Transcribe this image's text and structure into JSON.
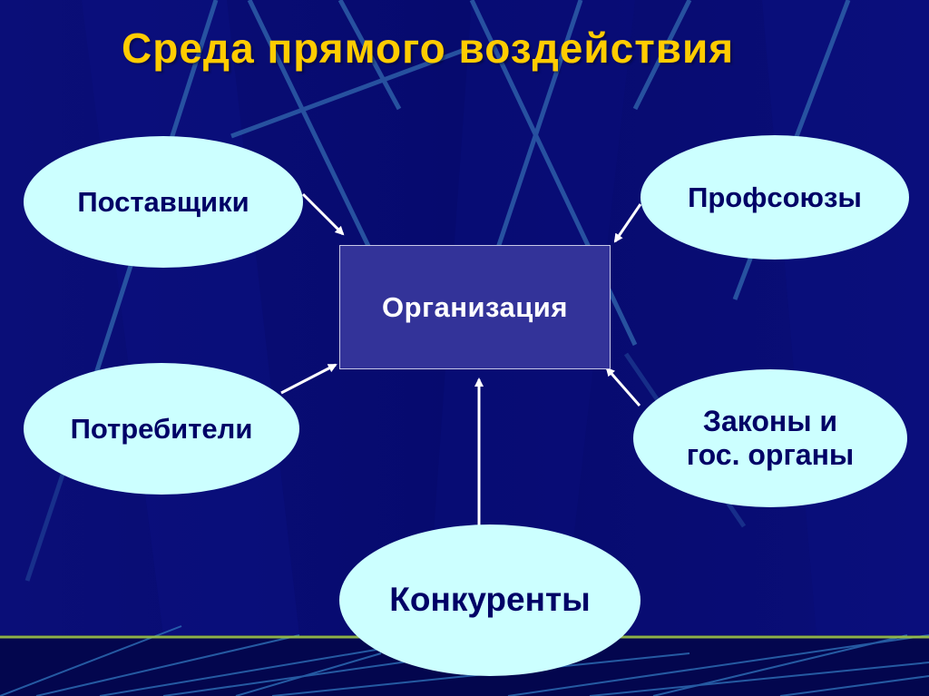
{
  "slide": {
    "title": "Среда прямого воздействия",
    "center_node": "Организация",
    "nodes": {
      "suppliers": {
        "label": "Поставщики"
      },
      "unions": {
        "label": "Профсоюзы"
      },
      "consumers": {
        "label": "Потребители"
      },
      "laws": {
        "line1": "Законы и",
        "line2": "гос. органы"
      },
      "competitors": {
        "label": "Конкуренты"
      }
    },
    "edges": [
      {
        "from": "Поставщики",
        "to": "Организация"
      },
      {
        "from": "Профсоюзы",
        "to": "Организация"
      },
      {
        "from": "Потребители",
        "to": "Организация"
      },
      {
        "from": "Законы и гос. органы",
        "to": "Организация"
      },
      {
        "from": "Конкуренты",
        "to": "Организация"
      }
    ]
  },
  "colors": {
    "background": "#050866",
    "title": "#FFCC00",
    "ellipse_fill": "#CCFFFF",
    "ellipse_text": "#000066",
    "center_box": "#333399",
    "center_text": "#FFFFFF",
    "arrow": "#FFFFFF",
    "divider": "#9CC34A"
  }
}
